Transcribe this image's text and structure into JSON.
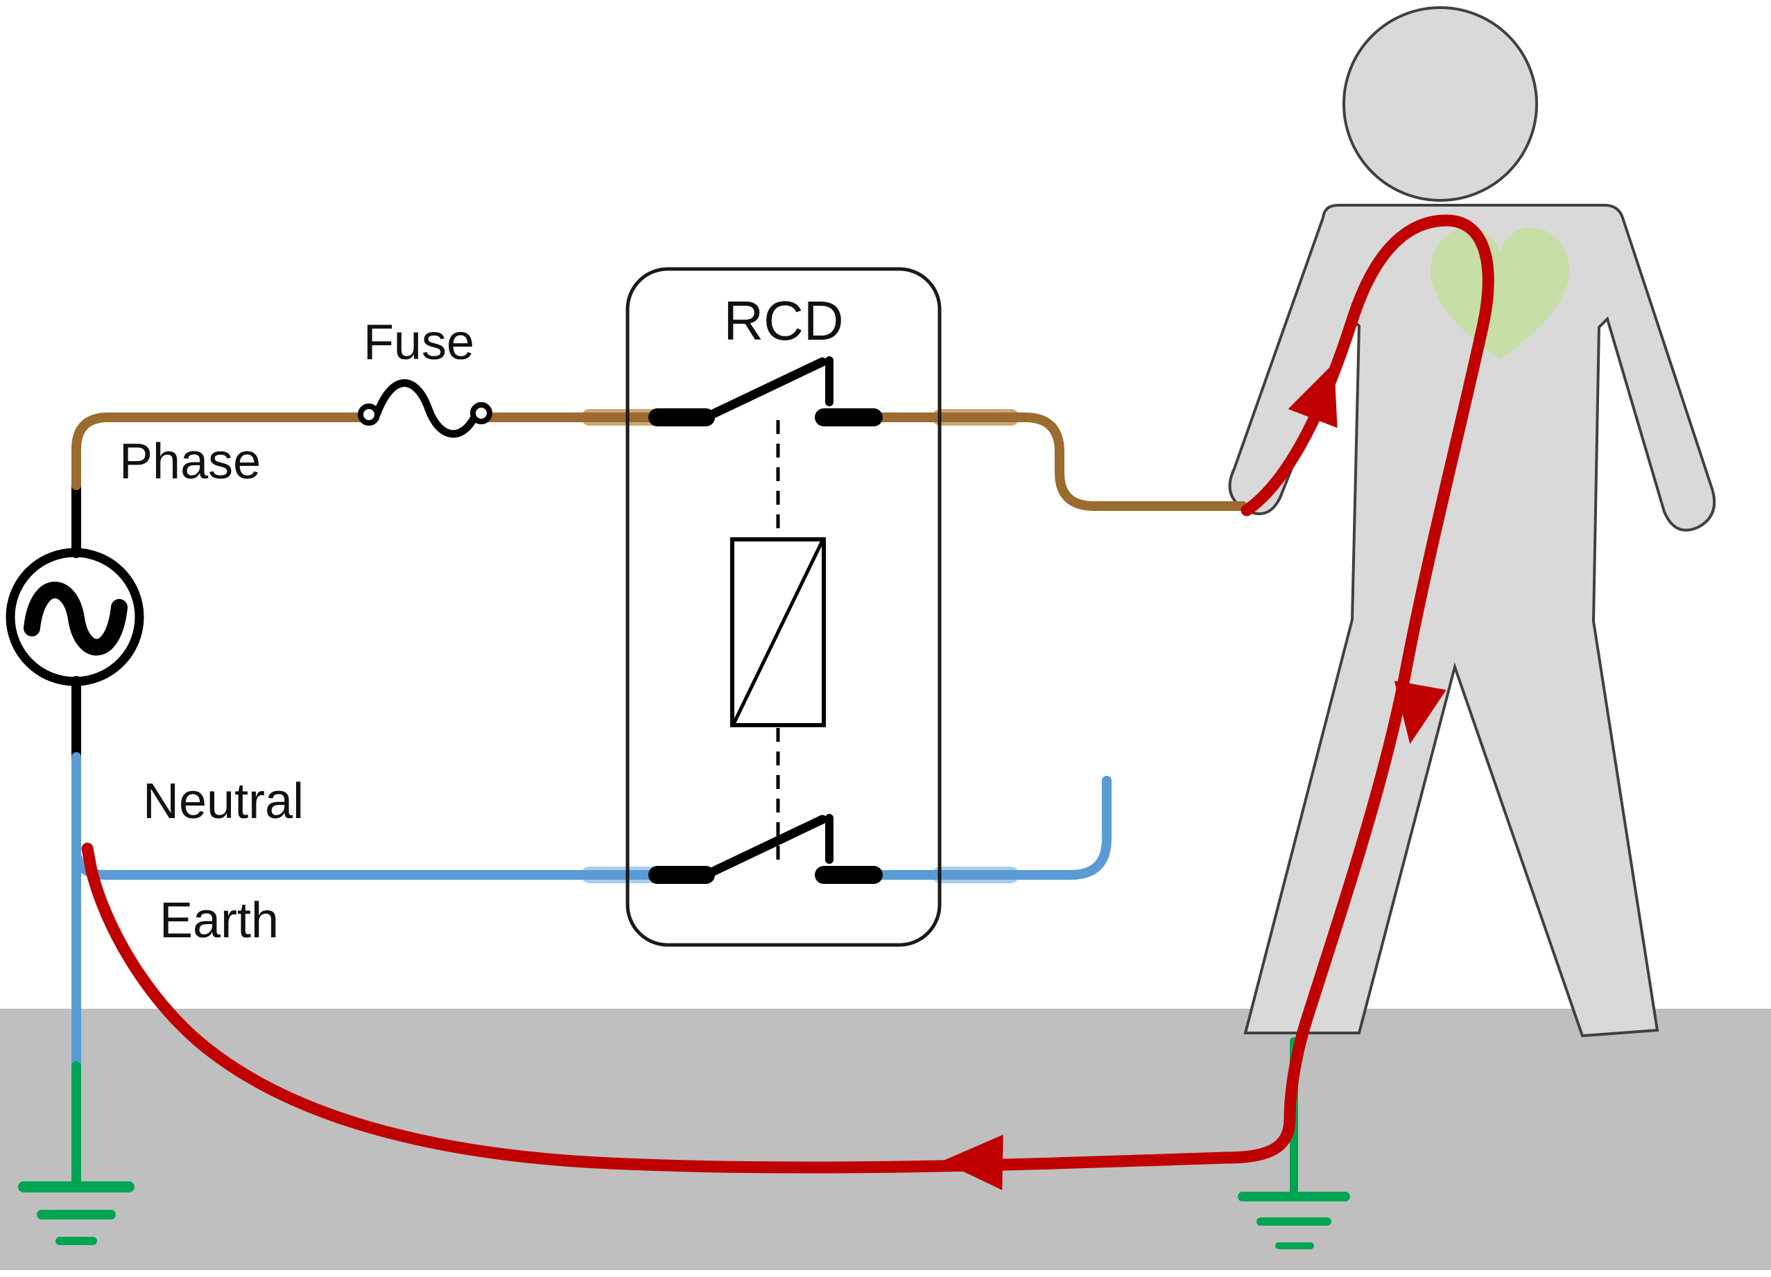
{
  "labels": {
    "fuse": "Fuse",
    "phase": "Phase",
    "neutral": "Neutral",
    "earth": "Earth",
    "rcd": "RCD"
  },
  "colors": {
    "phase_wire": "#9C6B2F",
    "phase_sleeve": "#C9A873",
    "neutral_wire": "#5B9BD5",
    "neutral_sleeve": "#A9CCEF",
    "earth_wire": "#00A551",
    "fault_current": "#C00000",
    "body_fill": "#D9D9D9",
    "body_outline": "#404040",
    "heart_fill": "#C7DFA6",
    "ground_fill": "#BFBFBF",
    "wire_black": "#000000"
  }
}
